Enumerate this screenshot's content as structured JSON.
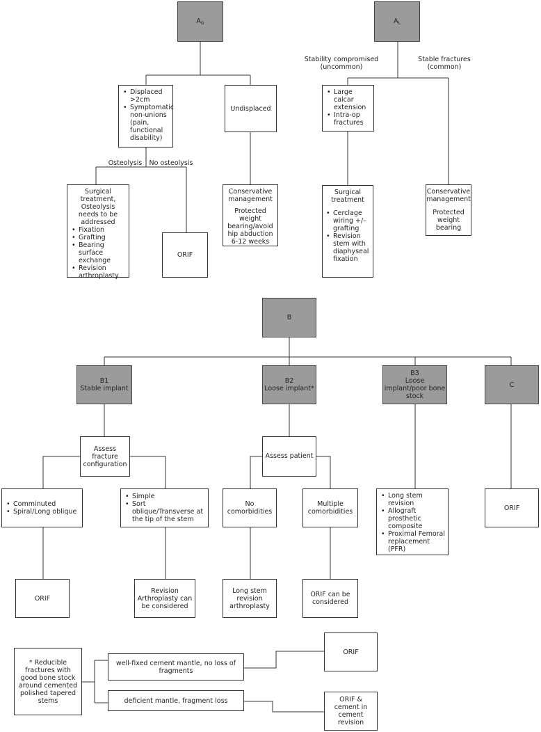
{
  "ag": {
    "main": "A",
    "sub": "G"
  },
  "al": {
    "main": "A",
    "sub": "L"
  },
  "ag_displaced": [
    "Displaced >2cm",
    "Symptomatic non-unions (pain, functional disability)"
  ],
  "ag_undisplaced": "Undisplaced",
  "lbl_osteolysis": "Osteolysis",
  "lbl_no_osteolysis": "No osteolysis",
  "ag_surgical": {
    "title": "Surgical treatment, Osteolysis needs to be addressed",
    "items": [
      "Fixation",
      "Grafting",
      "Bearing surface exchange",
      "Revision arthroplasty"
    ]
  },
  "ag_orif": "ORIF",
  "ag_conservative": {
    "title": "Conservative management",
    "text": "Protected weight bearing/avoid hip abduction 6-12 weeks"
  },
  "lbl_stability": "Stability compromised (uncommon)",
  "lbl_stable": "Stable fractures (common)",
  "al_calcar": [
    "Large calcar extension",
    "Intra-op fractures"
  ],
  "al_surgical": {
    "title": "Surgical treatment",
    "items": [
      "Cerclage wiring +/– grafting",
      "Revision stem with diaphyseal fixation"
    ]
  },
  "al_conservative": {
    "title": "Conservative management",
    "text": "Protected weight bearing"
  },
  "b": "B",
  "b1": {
    "title": "B1",
    "text": "Stable implant"
  },
  "b2": {
    "title": "B2",
    "text": "Loose implant*"
  },
  "b3": {
    "title": "B3",
    "text": "Loose implant/poor bone stock"
  },
  "c": "C",
  "assess_fracture": "Assess fracture configuration",
  "assess_patient": "Assess patient",
  "comminuted": [
    "Comminuted",
    "Spiral/Long oblique"
  ],
  "simple": [
    "Simple",
    "Sort oblique/Transverse at the tip of the stem"
  ],
  "no_comorb": "No comorbidities",
  "multi_comorb": "Multiple comorbidities",
  "b3_list": [
    "Long stem revision",
    "Allograft prosthetic composite",
    "Proximal Femoral replacement (PFR)"
  ],
  "c_orif": "ORIF",
  "b1_orif": "ORIF",
  "revision_arthro": "Revision Arthroplasty can be considered",
  "long_stem": "Long stem revision arthroplasty",
  "orif_considered": "ORIF can be considered",
  "footnote": "* Reducible fractures with good bone stock around cemented polished tapered stems",
  "well_fixed": "well-fixed cement mantle, no loss of fragments",
  "deficient": "deficient mantle, fragment loss",
  "fn_orif": "ORIF",
  "fn_orif_cement": "ORIF & cement in cement revision"
}
